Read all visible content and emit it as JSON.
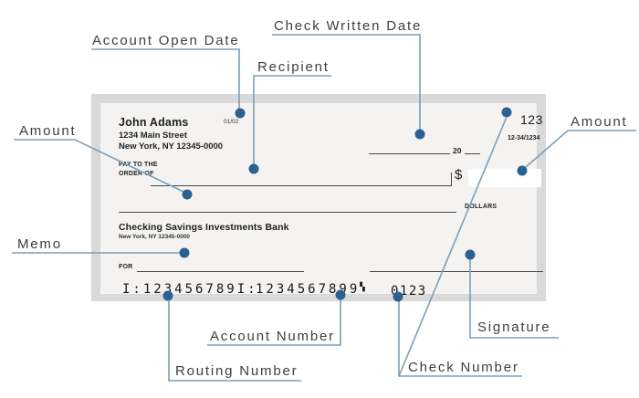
{
  "labels": {
    "account_open_date": "Account Open Date",
    "check_written_date": "Check Written Date",
    "recipient": "Recipient",
    "amount_left": "Amount",
    "amount_right": "Amount",
    "memo": "Memo",
    "signature": "Signature",
    "check_number": "Check Number",
    "account_number": "Account Number",
    "routing_number": "Routing Number"
  },
  "check": {
    "payer_name": "John Adams",
    "payer_address_line1": "1234 Main Street",
    "payer_address_line2": "New York, NY 12345-0000",
    "account_open_date": "01/02",
    "check_number_top": "123",
    "fraction": "12-34/1234",
    "date_year_prefix": "20",
    "pay_to_line1": "PAY TO THE",
    "pay_to_line2": "ORDER OF",
    "dollar_sign": "$",
    "dollars_label": "DOLLARS",
    "bank_name": "Checking Savings Investments Bank",
    "bank_address": "New York, NY 12345-0000",
    "for_label": "FOR",
    "micr": {
      "transit_symbol": "I:",
      "onus_symbol": "▚",
      "routing_number": "123456789",
      "account_number": "1234567899",
      "check_number": "0123"
    }
  },
  "colors": {
    "dot": "#2b6191",
    "leader_line": "#7d9eb5",
    "check_border": "#d9d9d9",
    "check_face": "#f4f3f1",
    "label_text": "#3e3e3e"
  }
}
